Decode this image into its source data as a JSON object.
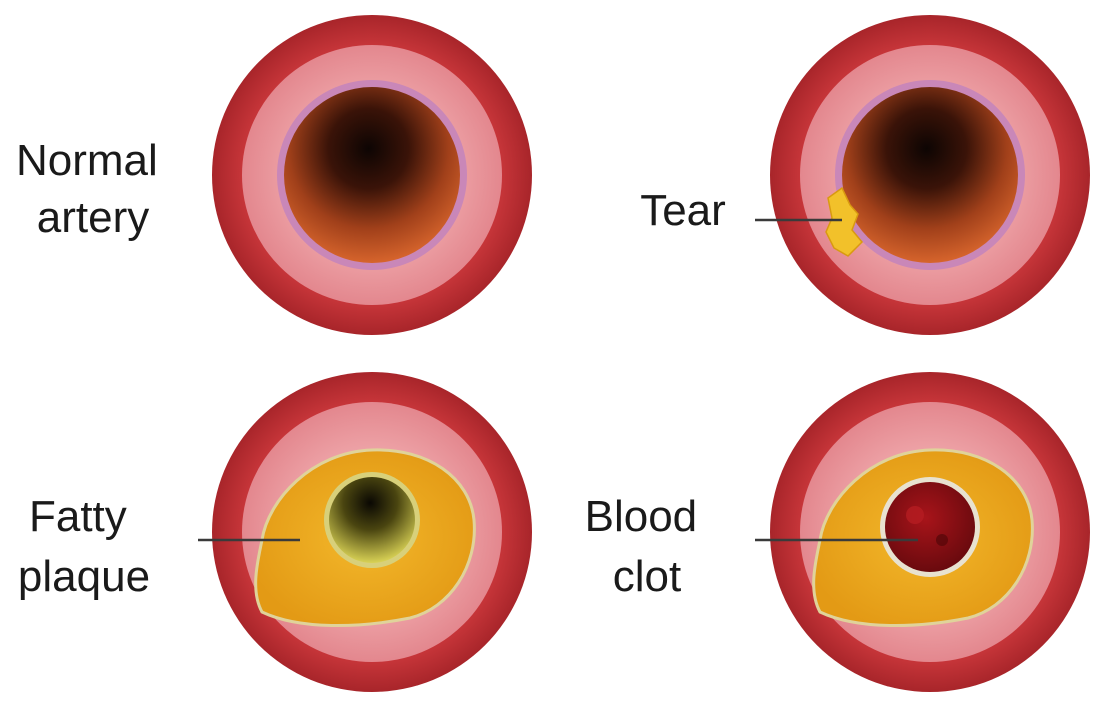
{
  "panels": [
    {
      "id": "normal",
      "label_lines": [
        "Normal",
        "artery"
      ]
    },
    {
      "id": "tear",
      "label_lines": [
        "Tear"
      ]
    },
    {
      "id": "plaque",
      "label_lines": [
        "Fatty",
        "plaque"
      ]
    },
    {
      "id": "clot",
      "label_lines": [
        "Blood",
        "clot"
      ]
    }
  ],
  "colors": {
    "outer_wall": "#c8363a",
    "middle_wall": "#e8949a",
    "inner_lining": "#c987b8",
    "lumen_dark": "#1a0a05",
    "lumen_mid": "#b8481e",
    "plaque": "#e8a91a",
    "clot": "#8a0f14",
    "tear": "#f2c12a"
  }
}
